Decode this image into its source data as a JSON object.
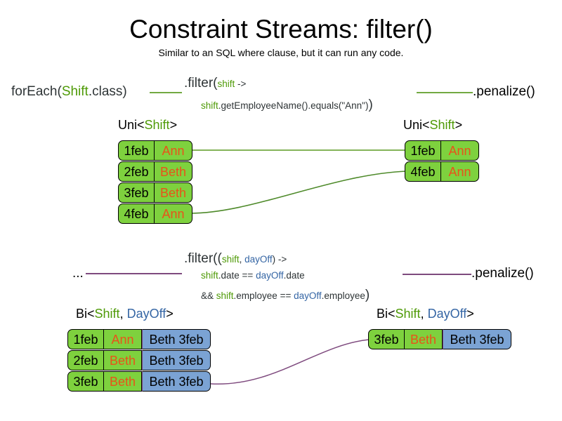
{
  "slide": {
    "title": "Constraint Streams: filter()",
    "subtitle": "Similar to an SQL where clause, but it can run any code."
  },
  "colors": {
    "shift_token": "#4e9a06",
    "dayoff_token": "#3465a4",
    "fact_green": "#7ed13e",
    "fact_blue": "#7ba3d4",
    "employee_text": "#e8531a",
    "uni_connector": "#73a942",
    "bi_connector": "#7e4a7e",
    "text": "#000000"
  },
  "uni_example": {
    "source_expression": {
      "prefix": "forEach(",
      "type": "Shift",
      "suffix": ".class)"
    },
    "filter_expression": {
      "line1_prefix": ".filter(",
      "line1_param": "shift",
      "line1_suffix": " ->",
      "line2_param": "shift",
      "line2_body": ".getEmployeeName().equals(\"Ann\")",
      "line2_close": ")"
    },
    "sink_expression": ".penalize()",
    "input_stream": {
      "label_prefix": "Uni<",
      "label_type": "Shift",
      "label_suffix": ">",
      "tuples": [
        {
          "date": "1feb",
          "employee": "Ann"
        },
        {
          "date": "2feb",
          "employee": "Beth"
        },
        {
          "date": "3feb",
          "employee": "Beth"
        },
        {
          "date": "4feb",
          "employee": "Ann"
        }
      ]
    },
    "output_stream": {
      "label_prefix": "Uni<",
      "label_type": "Shift",
      "label_suffix": ">",
      "tuples": [
        {
          "date": "1feb",
          "employee": "Ann"
        },
        {
          "date": "4feb",
          "employee": "Ann"
        }
      ]
    },
    "matches": [
      {
        "from_index": 0,
        "to_index": 0
      },
      {
        "from_index": 3,
        "to_index": 1
      }
    ]
  },
  "bi_example": {
    "source_expression": "...",
    "filter_expression": {
      "line1_prefix": ".filter((",
      "line1_param_a": "shift",
      "line1_comma": ", ",
      "line1_param_b": "dayOff",
      "line1_suffix": ") ->",
      "line2_param_a": "shift",
      "line2_mid": ".date == ",
      "line2_param_b": "dayOff",
      "line2_tail": ".date",
      "line3_lead": "&& ",
      "line3_param_a": "shift",
      "line3_mid": ".employee == ",
      "line3_param_b": "dayOff",
      "line3_tail": ".employee",
      "line3_close": ")"
    },
    "sink_expression": ".penalize()",
    "input_stream": {
      "label_prefix": "Bi<",
      "label_type_a": "Shift",
      "label_comma": ", ",
      "label_type_b": "DayOff",
      "label_suffix": ">",
      "tuples": [
        {
          "date": "1feb",
          "employee": "Ann",
          "dayoff": "Beth 3feb"
        },
        {
          "date": "2feb",
          "employee": "Beth",
          "dayoff": "Beth 3feb"
        },
        {
          "date": "3feb",
          "employee": "Beth",
          "dayoff": "Beth 3feb"
        }
      ]
    },
    "output_stream": {
      "label_prefix": "Bi<",
      "label_type_a": "Shift",
      "label_comma": ", ",
      "label_type_b": "DayOff",
      "label_suffix": ">",
      "tuples": [
        {
          "date": "3feb",
          "employee": "Beth",
          "dayoff": "Beth 3feb"
        }
      ]
    },
    "matches": [
      {
        "from_index": 2,
        "to_index": 0
      }
    ]
  }
}
